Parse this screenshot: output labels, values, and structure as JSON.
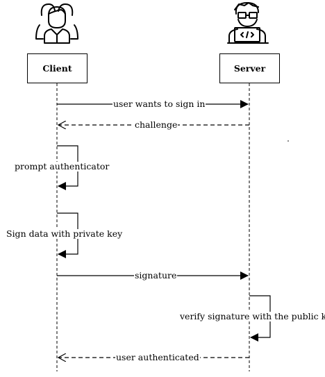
{
  "participants": {
    "client": {
      "label": "Client",
      "icon": "users-group-icon"
    },
    "server": {
      "label": "Server",
      "icon": "developer-laptop-icon"
    }
  },
  "messages": [
    {
      "label": "user wants to sign in",
      "from": "client",
      "to": "server",
      "style": "solid"
    },
    {
      "label": "challenge",
      "from": "server",
      "to": "client",
      "style": "dashed"
    },
    {
      "label": "prompt authenticator",
      "from": "client",
      "to": "client",
      "style": "self"
    },
    {
      "label": "Sign data with private key",
      "from": "client",
      "to": "client",
      "style": "self"
    },
    {
      "label": "signature",
      "from": "client",
      "to": "server",
      "style": "solid"
    },
    {
      "label": "verify signature with the public key",
      "from": "server",
      "to": "server",
      "style": "self"
    },
    {
      "label": "user authenticated",
      "from": "server",
      "to": "client",
      "style": "dashed"
    }
  ]
}
